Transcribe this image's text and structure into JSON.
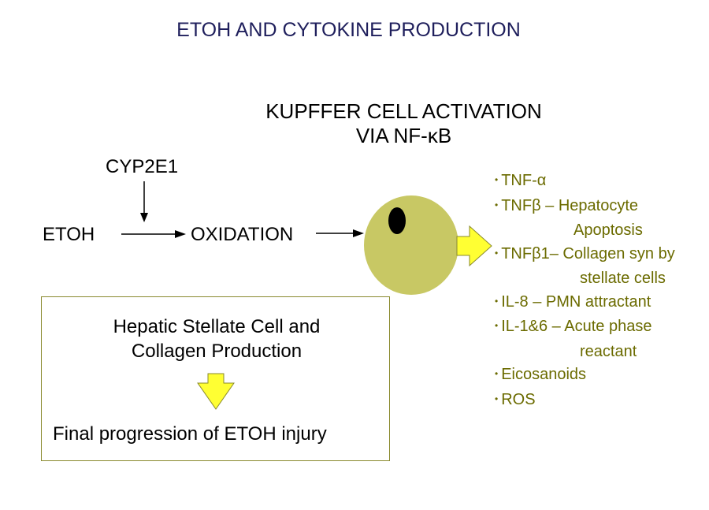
{
  "title": "ETOH AND CYTOKINE PRODUCTION",
  "kupffer": {
    "line1": "KUPFFER CELL ACTIVATION",
    "line2": "VIA NF-κB"
  },
  "pathway": {
    "enzyme": "CYP2E1",
    "substrate": "ETOH",
    "process": "OXIDATION"
  },
  "cytokines": [
    {
      "lines": [
        "TNF-α"
      ]
    },
    {
      "lines": [
        "TNFβ – Hepatocyte",
        "Apoptosis"
      ]
    },
    {
      "lines": [
        "TNFβ1– Collagen syn by",
        "stellate cells"
      ]
    },
    {
      "lines": [
        "IL-8 – PMN attractant"
      ]
    },
    {
      "lines": [
        "IL-1&6 – Acute phase",
        "reactant"
      ]
    },
    {
      "lines": [
        "Eicosanoids"
      ]
    },
    {
      "lines": [
        "ROS"
      ]
    }
  ],
  "stellate": {
    "title_line1": "Hepatic Stellate Cell and",
    "title_line2": "Collagen Production",
    "outcome": "Final progression of ETOH injury"
  },
  "colors": {
    "title": "#1f1f5c",
    "cytokine_text": "#6b6b00",
    "cell_fill": "#c8c864",
    "arrow_fill": "#ffff33",
    "box_border": "#8a8a2e"
  }
}
